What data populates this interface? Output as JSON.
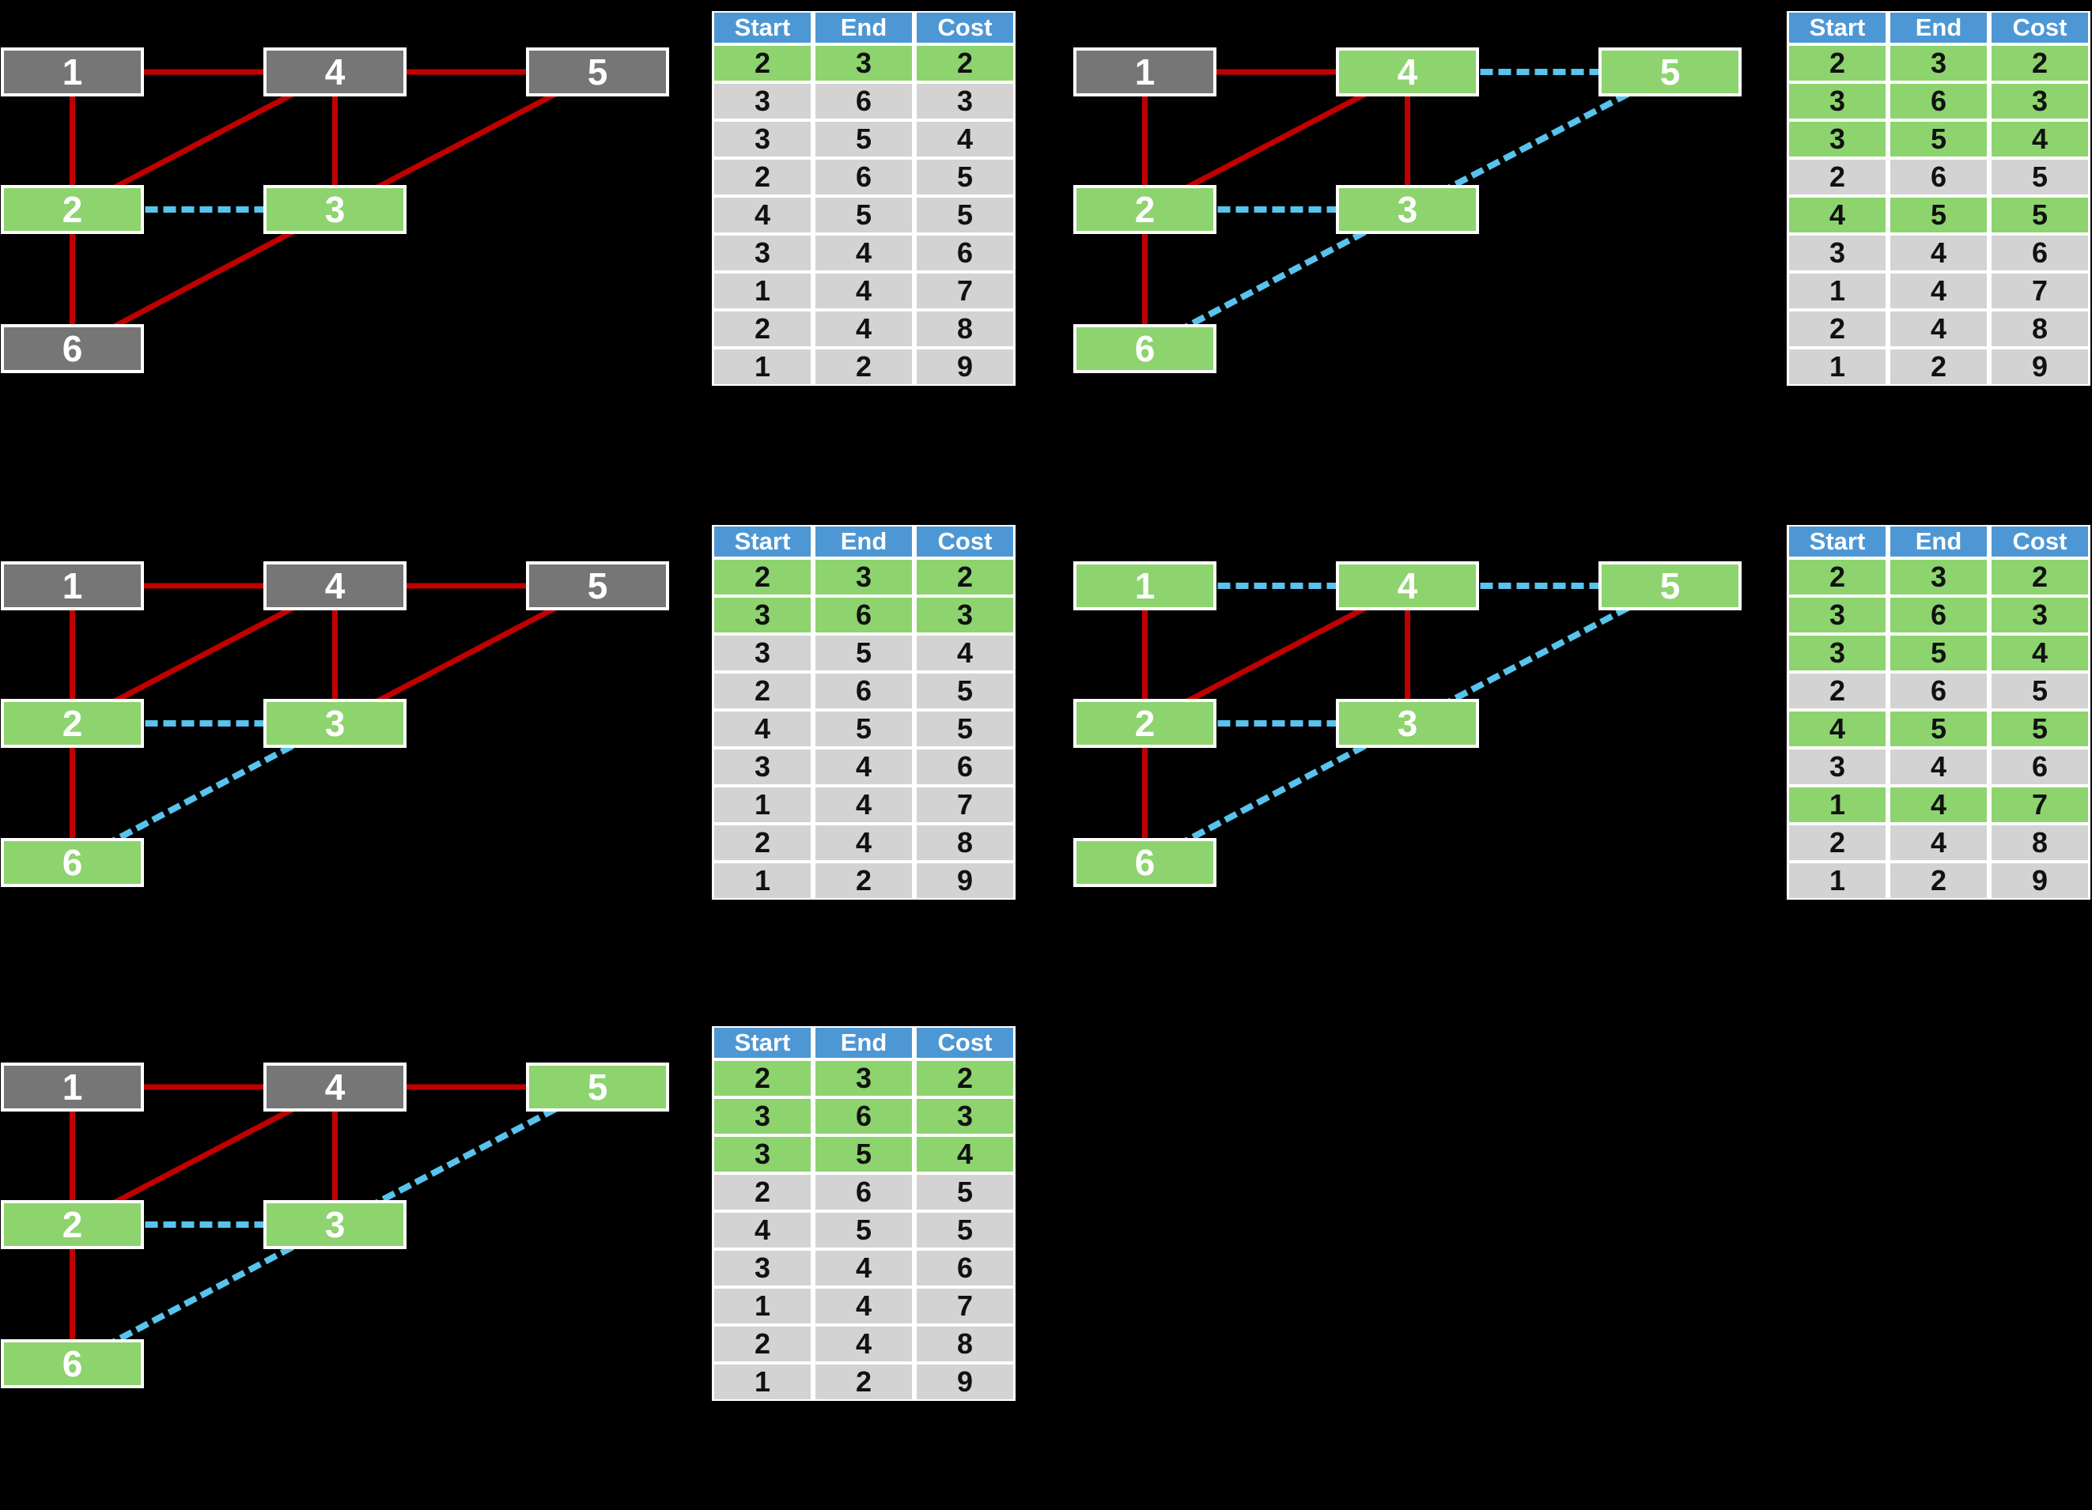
{
  "colors": {
    "background": "#000000",
    "node_green": "#8DD36E",
    "node_gray": "#767676",
    "edge_unselected_red": "#C00000",
    "edge_selected_blue": "#58C3EC",
    "table_header_blue": "#4D97D5",
    "table_row_gray": "#D3D3D3",
    "table_row_green": "#8DD36E",
    "node_border_white": "#FFFFFF"
  },
  "table_template": {
    "headers": [
      "Start",
      "End",
      "Cost"
    ],
    "rows": [
      [
        "2",
        "3",
        "2"
      ],
      [
        "3",
        "6",
        "3"
      ],
      [
        "3",
        "5",
        "4"
      ],
      [
        "2",
        "6",
        "5"
      ],
      [
        "4",
        "5",
        "5"
      ],
      [
        "3",
        "4",
        "6"
      ],
      [
        "1",
        "4",
        "7"
      ],
      [
        "2",
        "4",
        "8"
      ],
      [
        "1",
        "2",
        "9"
      ]
    ]
  },
  "graph_template": {
    "node_ids": [
      "1",
      "4",
      "5",
      "2",
      "3",
      "6"
    ],
    "edges": [
      [
        "1",
        "4"
      ],
      [
        "4",
        "5"
      ],
      [
        "1",
        "2"
      ],
      [
        "2",
        "4"
      ],
      [
        "4",
        "3"
      ],
      [
        "2",
        "3"
      ],
      [
        "2",
        "6"
      ],
      [
        "6",
        "3"
      ],
      [
        "3",
        "5"
      ]
    ]
  },
  "panels": [
    {
      "name": "step-1",
      "green_nodes": [
        "2",
        "3"
      ],
      "dashed_edges": [
        "2-3"
      ],
      "highlight_rows": [
        0
      ]
    },
    {
      "name": "step-4",
      "green_nodes": [
        "2",
        "3",
        "4",
        "5",
        "6"
      ],
      "dashed_edges": [
        "2-3",
        "6-3",
        "3-5",
        "4-5"
      ],
      "highlight_rows": [
        0,
        1,
        2,
        4
      ]
    },
    {
      "name": "step-2",
      "green_nodes": [
        "2",
        "3",
        "6"
      ],
      "dashed_edges": [
        "2-3",
        "6-3"
      ],
      "highlight_rows": [
        0,
        1
      ]
    },
    {
      "name": "step-5",
      "green_nodes": [
        "1",
        "2",
        "3",
        "4",
        "5",
        "6"
      ],
      "dashed_edges": [
        "2-3",
        "6-3",
        "3-5",
        "4-5",
        "1-4"
      ],
      "highlight_rows": [
        0,
        1,
        2,
        4,
        6
      ]
    },
    {
      "name": "step-3",
      "green_nodes": [
        "2",
        "3",
        "5",
        "6"
      ],
      "dashed_edges": [
        "2-3",
        "6-3",
        "3-5"
      ],
      "highlight_rows": [
        0,
        1,
        2
      ]
    }
  ]
}
